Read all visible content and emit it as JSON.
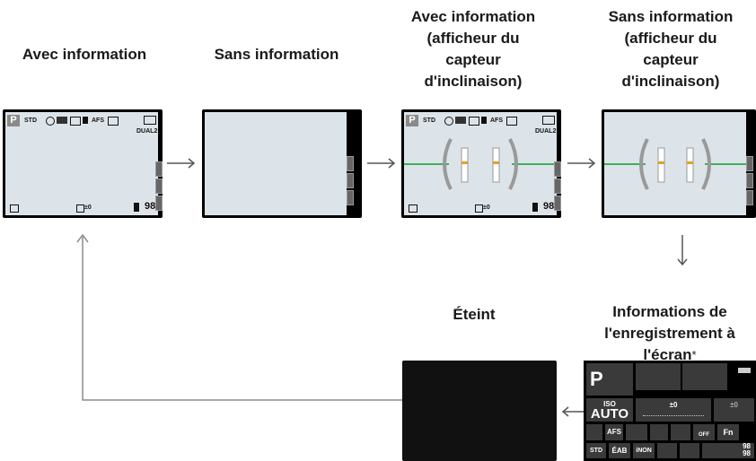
{
  "labels": {
    "avec_info": "Avec information",
    "sans_info": "Sans information",
    "avec_tilt": "Avec information\n(afficheur du\ncapteur\nd'inclinaison)",
    "sans_tilt": "Sans information\n(afficheur du\ncapteur\nd'inclinaison)",
    "recording_info": "Informations de\nl'enregistrement à\nl'écran",
    "recording_info_mark": "*",
    "eteint": "Éteint"
  },
  "screen_overlay": {
    "mode": "P",
    "style": "STD",
    "dual": "DUAL2",
    "exposure": "±0",
    "shots": "98",
    "afs": "AFS"
  },
  "panel": {
    "mode": "P",
    "iso_label": "ISO",
    "iso_value": "AUTO",
    "exposure_value": "±0",
    "flash_value": "±0",
    "afs": "AFS",
    "wifi_off": "OFF",
    "fn": "Fn",
    "style": "STD",
    "eab": "ÉAB",
    "inon": "iNON",
    "shots_1": "98",
    "shots_2": "98"
  },
  "colors": {
    "screen_bg": "#dde4e9",
    "tilt_line": "#3fae5a",
    "arrow": "#555555",
    "return_line": "#8c8c8c"
  }
}
